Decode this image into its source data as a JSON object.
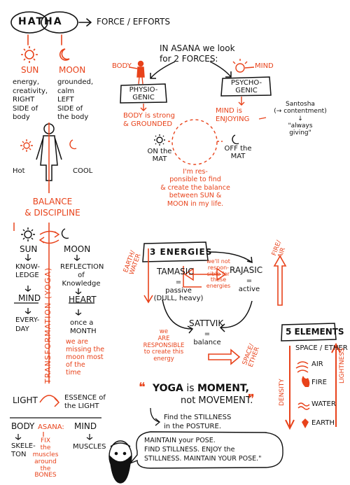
{
  "header": {
    "hatha": "HATHA",
    "arrow": "→",
    "force": "FORCE / EFFORTS"
  },
  "sun_col": {
    "title": "SUN",
    "lines": "energy,\ncreativity,\nRIGHT\nSIDE of\nbody"
  },
  "moon_col": {
    "title": "MOON",
    "lines": "grounded,\ncalm\nLEFT\nSIDE of\nthe body"
  },
  "body_fig": {
    "hot": "Hot",
    "cool": "COOL"
  },
  "balance": "BALANCE\n& DISCIPLINE",
  "asana": {
    "intro": "IN ASANA we look\nfor 2 FORCES:",
    "body_label": "BODY",
    "mind_label": "MIND",
    "physio": "PHYSIO-\nGENIC",
    "psycho": "PSYCHO-\nGENIC",
    "body_strong": "BODY is strong\n& GROUNDED",
    "mind_enjoy": "MIND is\nENJOYING",
    "santosha": "Santosha\n(→ contentment)\n↓\n\"always\ngiving\"",
    "on_mat": "ON the\nMAT",
    "off_mat": "OFF the\nMAT",
    "responsible": "I'm res-\nponsible to find\n& create the balance\nbetween SUN &\nMOON in my life."
  },
  "transform": {
    "sun": "SUN",
    "moon": "MOON",
    "knowledge": "KNOW-\nLEDGE",
    "reflection": "REFLECTION\nof\nKnowledge",
    "mind": "MIND",
    "heart": "HEART",
    "everyday": "EVERY-\nDAY",
    "month": "once a\nMONTH",
    "missing": "we are\nmissing the\nmoon most\nof the\ntime",
    "vertical": "TRANSFORMATION (YOGA)",
    "light": "LIGHT",
    "essence": "ESSENCE of\nthe LIGHT"
  },
  "bottom_left": {
    "body": "BODY",
    "mind": "MIND",
    "asana": "ASANA:",
    "skeleton": "SKELE-\nTON",
    "muscles": "MUSCLES",
    "fix": "FIX\nthe\nmuscles\naround\nthe\nBONES"
  },
  "energies": {
    "title": "3 ENERGIES",
    "tamasic": "TAMASIC",
    "tamasic_desc": "=\npassive\n(DULL, heavy)",
    "rajasic": "RAJASIC",
    "rajasic_desc": "=\nactive",
    "sattvik": "SATTVIK",
    "sattvik_desc": "=\nbalance",
    "earth_water": "EARTH/\nWATER",
    "fire_air": "FIRE/\nAIR",
    "space_ether": "SPACE/\nETHER",
    "not_responsible": "we'll not\nrespon-\nsible for\nthese\nenergies",
    "are_responsible": "we\nARE\nRESPONSIBLE\nto create this\nenergy"
  },
  "elements": {
    "title": "5 ELEMENTS",
    "items": [
      "SPACE / ETHER",
      "AIR",
      "FIRE",
      "WATER",
      "EARTH"
    ],
    "density": "DENSITY",
    "lightness": "LIGHTNESS"
  },
  "quote": {
    "open": "❝",
    "line1a": "YOGA",
    "line1b": " is ",
    "line1c": "MOMENT,",
    "line2": "not MOVEMENT.",
    "close": "❞",
    "find": "Find the STILLNESS\nin the POSTURE."
  },
  "speech": "MAINTAIN your POSE.\nFIND STILLNESS. ENJOY the\nSTILLNESS. MAINTAIN YOUR POSE.\"",
  "colors": {
    "accent": "#e8421a",
    "ink": "#111111"
  }
}
